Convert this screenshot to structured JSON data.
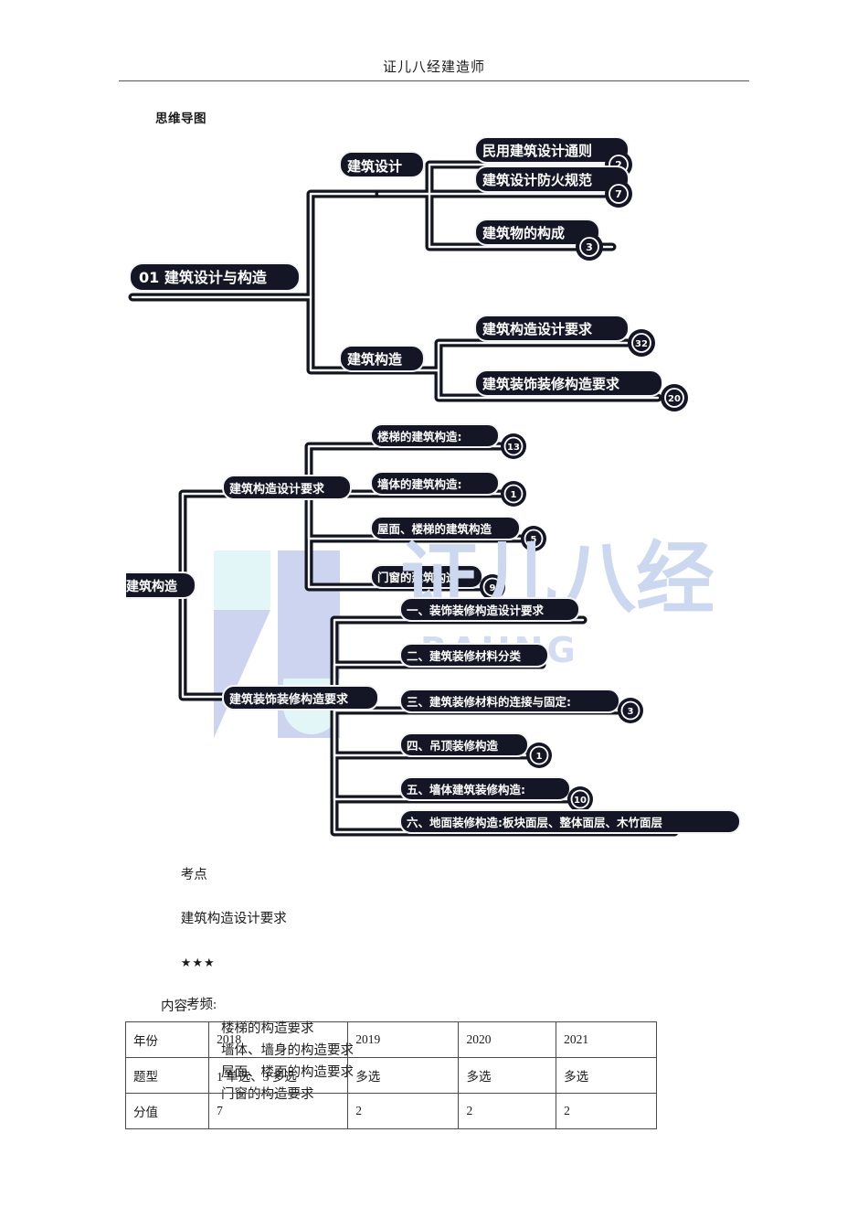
{
  "header": {
    "title": "证儿八经建造师"
  },
  "section": {
    "title": "思维导图"
  },
  "mindmap1": {
    "root": "01 建筑设计与构造",
    "branches": [
      {
        "label": "建筑设计",
        "children": [
          {
            "label": "民用建筑设计通则",
            "badge": "2"
          },
          {
            "label": "建筑设计防火规范",
            "badge": "7"
          },
          {
            "label": "建筑物的构成",
            "badge": "3"
          }
        ]
      },
      {
        "label": "建筑构造",
        "children": [
          {
            "label": "建筑构造设计要求",
            "badge": "32"
          },
          {
            "label": "建筑装饰装修构造要求",
            "badge": "20"
          }
        ]
      }
    ]
  },
  "mindmap2": {
    "root": "建筑构造",
    "branches": [
      {
        "label": "建筑构造设计要求",
        "children": [
          {
            "label": "楼梯的建筑构造:",
            "badge": "13"
          },
          {
            "label": "墙体的建筑构造:",
            "badge": "1"
          },
          {
            "label": "屋面、楼梯的建筑构造",
            "badge": "5"
          },
          {
            "label": "门窗的建筑构造",
            "badge": "9"
          }
        ]
      },
      {
        "label": "建筑装饰装修构造要求",
        "children": [
          {
            "label": "一、装饰装修构造设计要求",
            "badge": ""
          },
          {
            "label": "二、建筑装修材料分类",
            "badge": ""
          },
          {
            "label": "三、建筑装修材料的连接与固定:",
            "badge": "3"
          },
          {
            "label": "四、吊顶装修构造",
            "badge": "1"
          },
          {
            "label": "五、墙体建筑装修构造:",
            "badge": "10"
          },
          {
            "label": "六、地面装修构造:板块面层、整体面层、木竹面层",
            "badge": ""
          }
        ]
      }
    ]
  },
  "watermark": {
    "text_cn": "证儿八经",
    "text_en": "BAJING",
    "color_logo": "#ccd4f0",
    "color_accent": "#e3f6f7",
    "color_text": "#ccd8ef"
  },
  "notes": {
    "kaodian_label": "考点",
    "kaodian_value": "建筑构造设计要求",
    "stars": "★★★",
    "neirong_label": "内容:",
    "items": [
      "楼梯的构造要求",
      "墙体、墙身的构造要求",
      "屋面、楼面的构造要求",
      "门窗的构造要求"
    ],
    "kaopin_label": "考频:"
  },
  "table": {
    "rows": [
      {
        "header": "年份",
        "cells": [
          "2018",
          "2019",
          "2020",
          "2021"
        ]
      },
      {
        "header": "题型",
        "cells": [
          "1 单选、3 多选",
          "多选",
          "多选",
          "多选"
        ]
      },
      {
        "header": "分值",
        "cells": [
          "7",
          "2",
          "2",
          "2"
        ]
      }
    ]
  },
  "colors": {
    "node_fill": "#141626",
    "node_stroke": "#f2f2f2",
    "line_dark": "#12141f",
    "line_light": "#f5f5f5",
    "text": "#ffffff"
  }
}
